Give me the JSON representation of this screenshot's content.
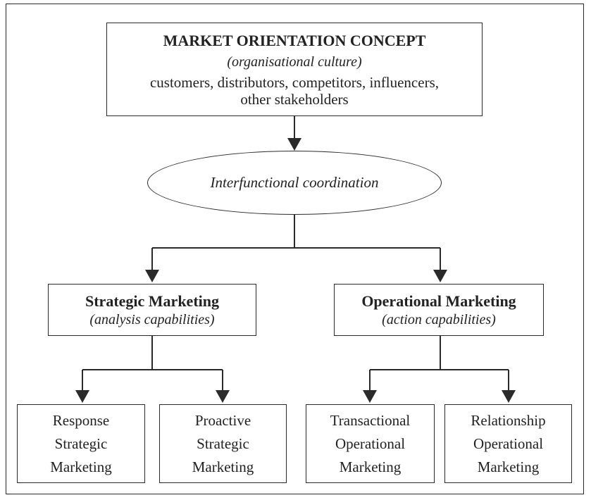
{
  "top_box": {
    "title": "MARKET ORIENTATION CONCEPT",
    "subtitle": "(organisational culture)",
    "line1": "customers, distributors, competitors, influencers,",
    "line2": "other stakeholders"
  },
  "coordination": {
    "label": "Interfunctional coordination"
  },
  "strategic": {
    "title": "Strategic Marketing",
    "subtitle": "(analysis capabilities)",
    "children": [
      {
        "lines": [
          "Response",
          "Strategic",
          "Marketing"
        ]
      },
      {
        "lines": [
          "Proactive",
          "Strategic",
          "Marketing"
        ]
      }
    ]
  },
  "operational": {
    "title": "Operational Marketing",
    "subtitle": "(action capabilities)",
    "children": [
      {
        "lines": [
          "Transactional",
          "Operational",
          "Marketing"
        ]
      },
      {
        "lines": [
          "Relationship",
          "Operational",
          "Marketing"
        ]
      }
    ]
  }
}
